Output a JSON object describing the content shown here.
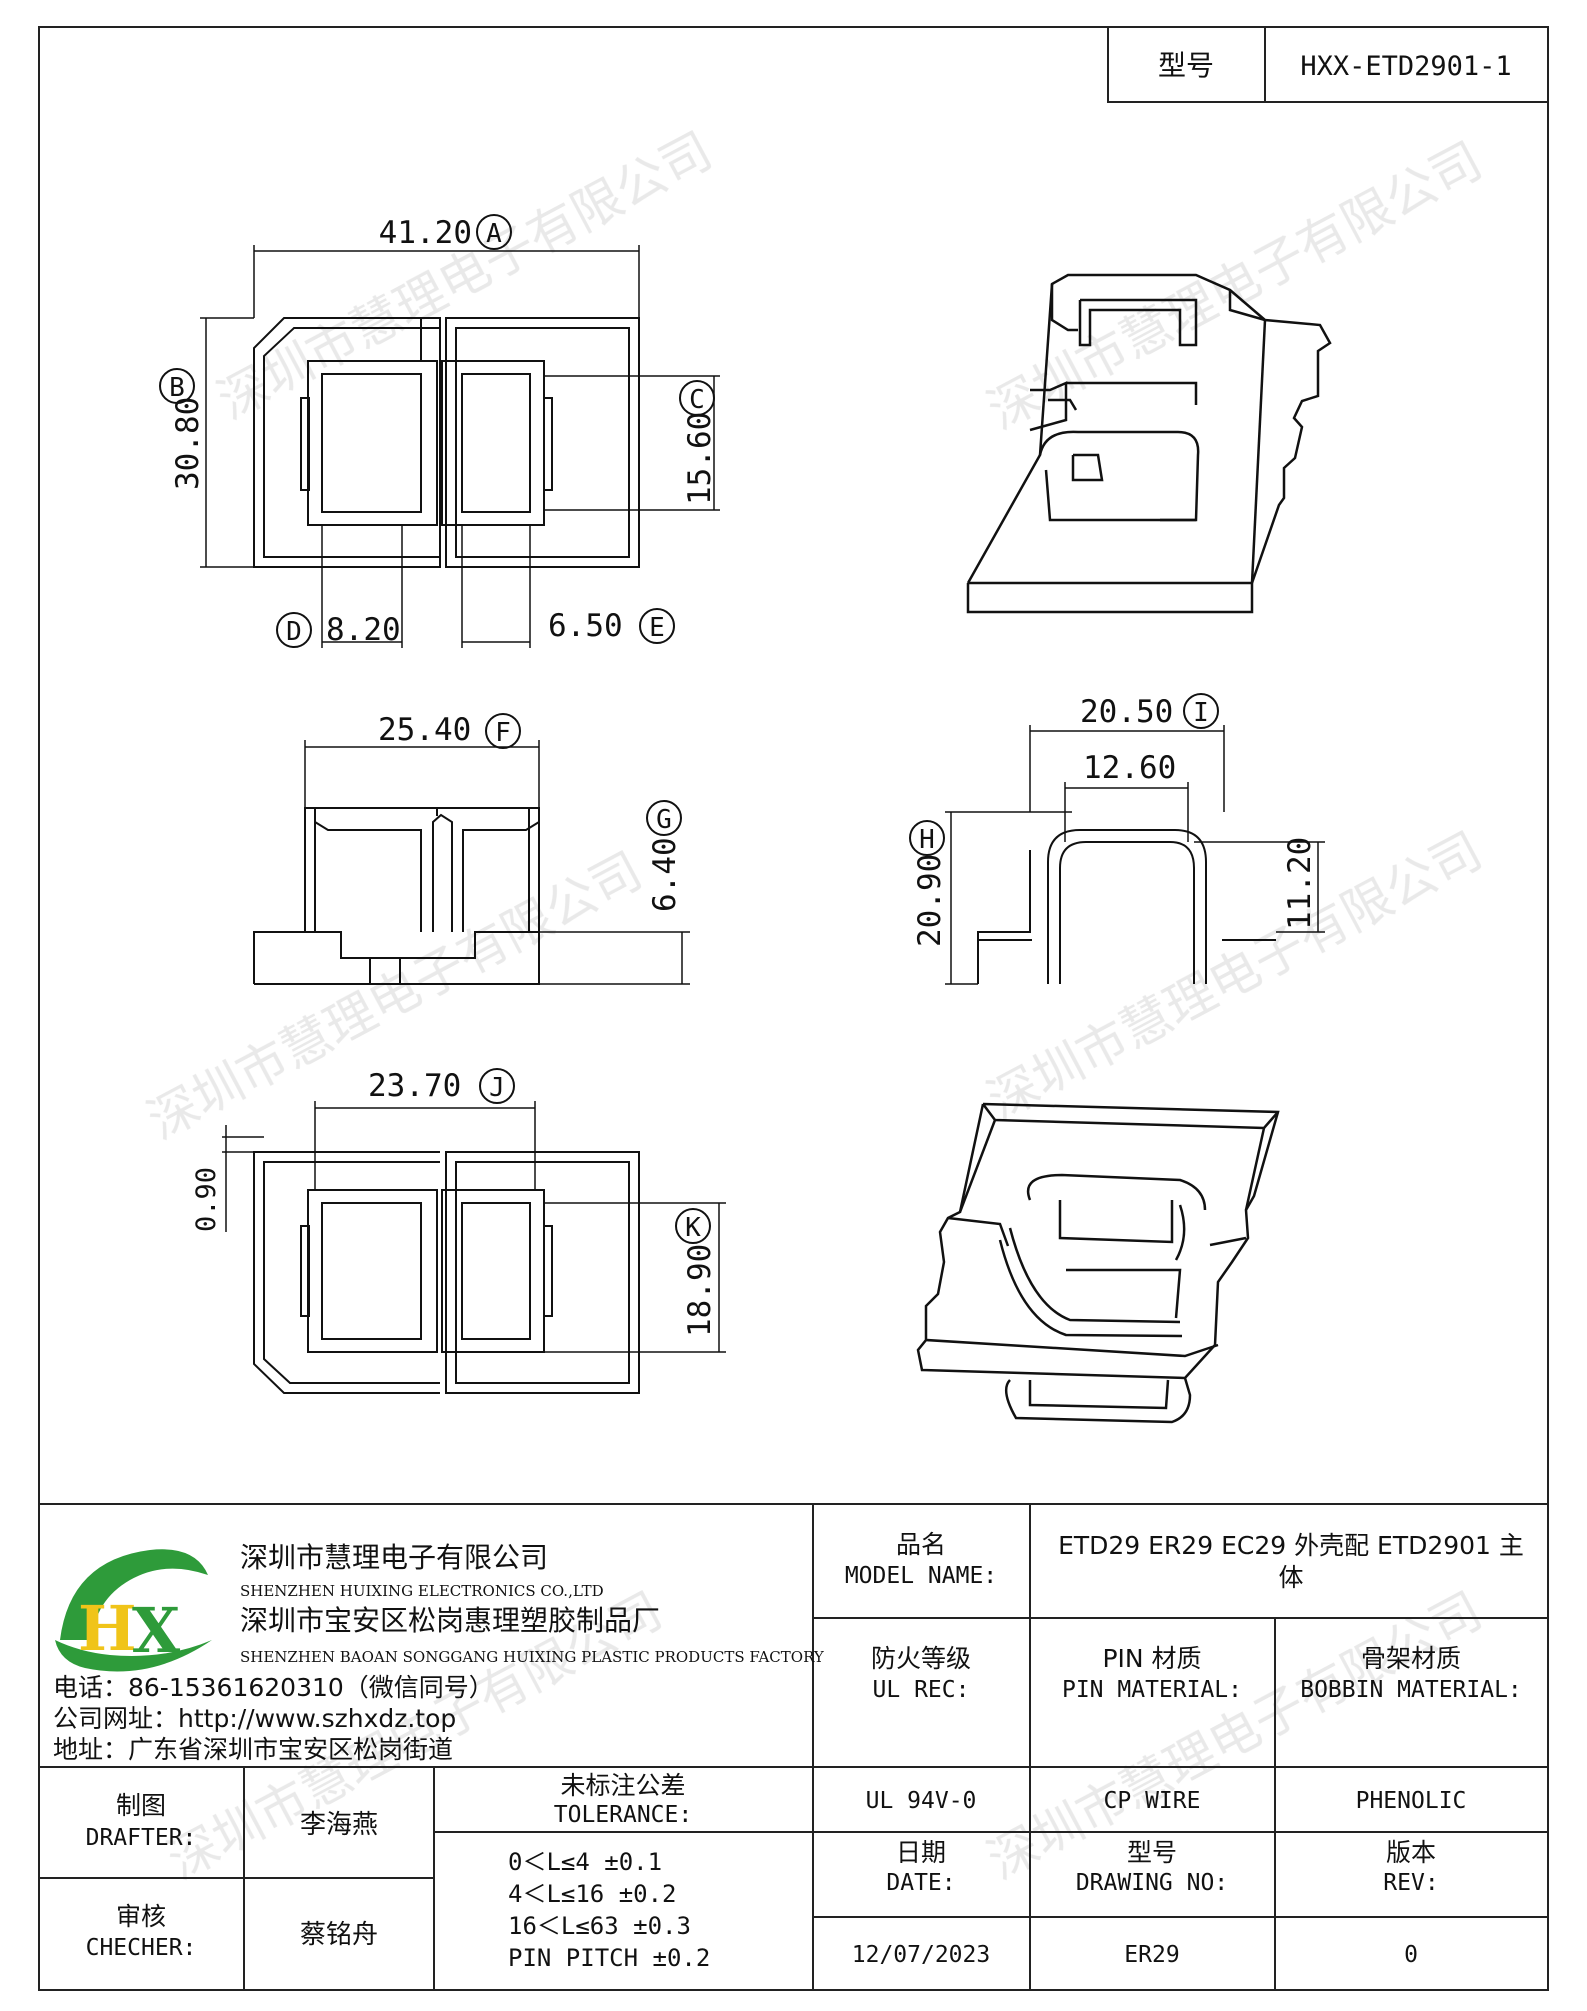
{
  "header": {
    "model_label": "型号",
    "model_value": "HXX-ETD2901-1"
  },
  "dimensions": {
    "A": {
      "value": "41.20",
      "tag": "A"
    },
    "B": {
      "value": "30.80",
      "tag": "B"
    },
    "C": {
      "value": "15.60",
      "tag": "C"
    },
    "D": {
      "value": "8.20",
      "tag": "D"
    },
    "E": {
      "value": "6.50",
      "tag": "E"
    },
    "F": {
      "value": "25.40",
      "tag": "F"
    },
    "G": {
      "value": "6.40",
      "tag": "G"
    },
    "H": {
      "value": "20.90",
      "tag": "H"
    },
    "I": {
      "value": "20.50",
      "tag": "I"
    },
    "J": {
      "value": "23.70",
      "tag": "J"
    },
    "K": {
      "value": "18.90",
      "tag": "K"
    },
    "inner_width": "12.60",
    "inner_height": "11.20",
    "lip": "0.90"
  },
  "watermark": "深圳市慧理电子有限公司",
  "company": {
    "logo_letters": "HX",
    "name_cn": "深圳市慧理电子有限公司",
    "name_en": "SHENZHEN HUIXING ELECTRONICS CO.,LTD",
    "factory_cn": "深圳市宝安区松岗惠理塑胶制品厂",
    "factory_en": "SHENZHEN BAOAN SONGGANG HUIXING PLASTIC PRODUCTS FACTORY",
    "phone": "电话：86-15361620310（微信同号）",
    "website": "公司网址：http://www.szhxdz.top",
    "address": "地址：广东省深圳市宝安区松岗街道"
  },
  "title_block": {
    "model_name_cn": "品名",
    "model_name_en": "MODEL NAME:",
    "model_name_value_1": "ETD29 ER29 EC29 外壳配 ETD2901 主",
    "model_name_value_2": "体",
    "ul_cn": "防火等级",
    "ul_en": "UL REC:",
    "ul_value": "UL 94V-0",
    "pin_cn": "PIN 材质",
    "pin_en": "PIN MATERIAL:",
    "pin_value": "CP WIRE",
    "bobbin_cn": "骨架材质",
    "bobbin_en": "BOBBIN MATERIAL:",
    "bobbin_value": "PHENOLIC",
    "drafter_cn": "制图",
    "drafter_en": "DRAFTER:",
    "drafter_value": "李海燕",
    "checker_cn": "审核",
    "checker_en": "CHECHER:",
    "checker_value": "蔡铭舟",
    "tolerance_cn": "未标注公差",
    "tolerance_en": "TOLERANCE:",
    "tolerance_rows": [
      "0＜L≤4  ±0.1",
      "4＜L≤16 ±0.2",
      "16＜L≤63 ±0.3",
      "PIN PITCH ±0.2"
    ],
    "date_cn": "日期",
    "date_en": "DATE:",
    "date_value": "12/07/2023",
    "drawing_cn": "型号",
    "drawing_en": "DRAWING NO:",
    "drawing_value": "ER29",
    "rev_cn": "版本",
    "rev_en": "REV:",
    "rev_value": "0"
  }
}
